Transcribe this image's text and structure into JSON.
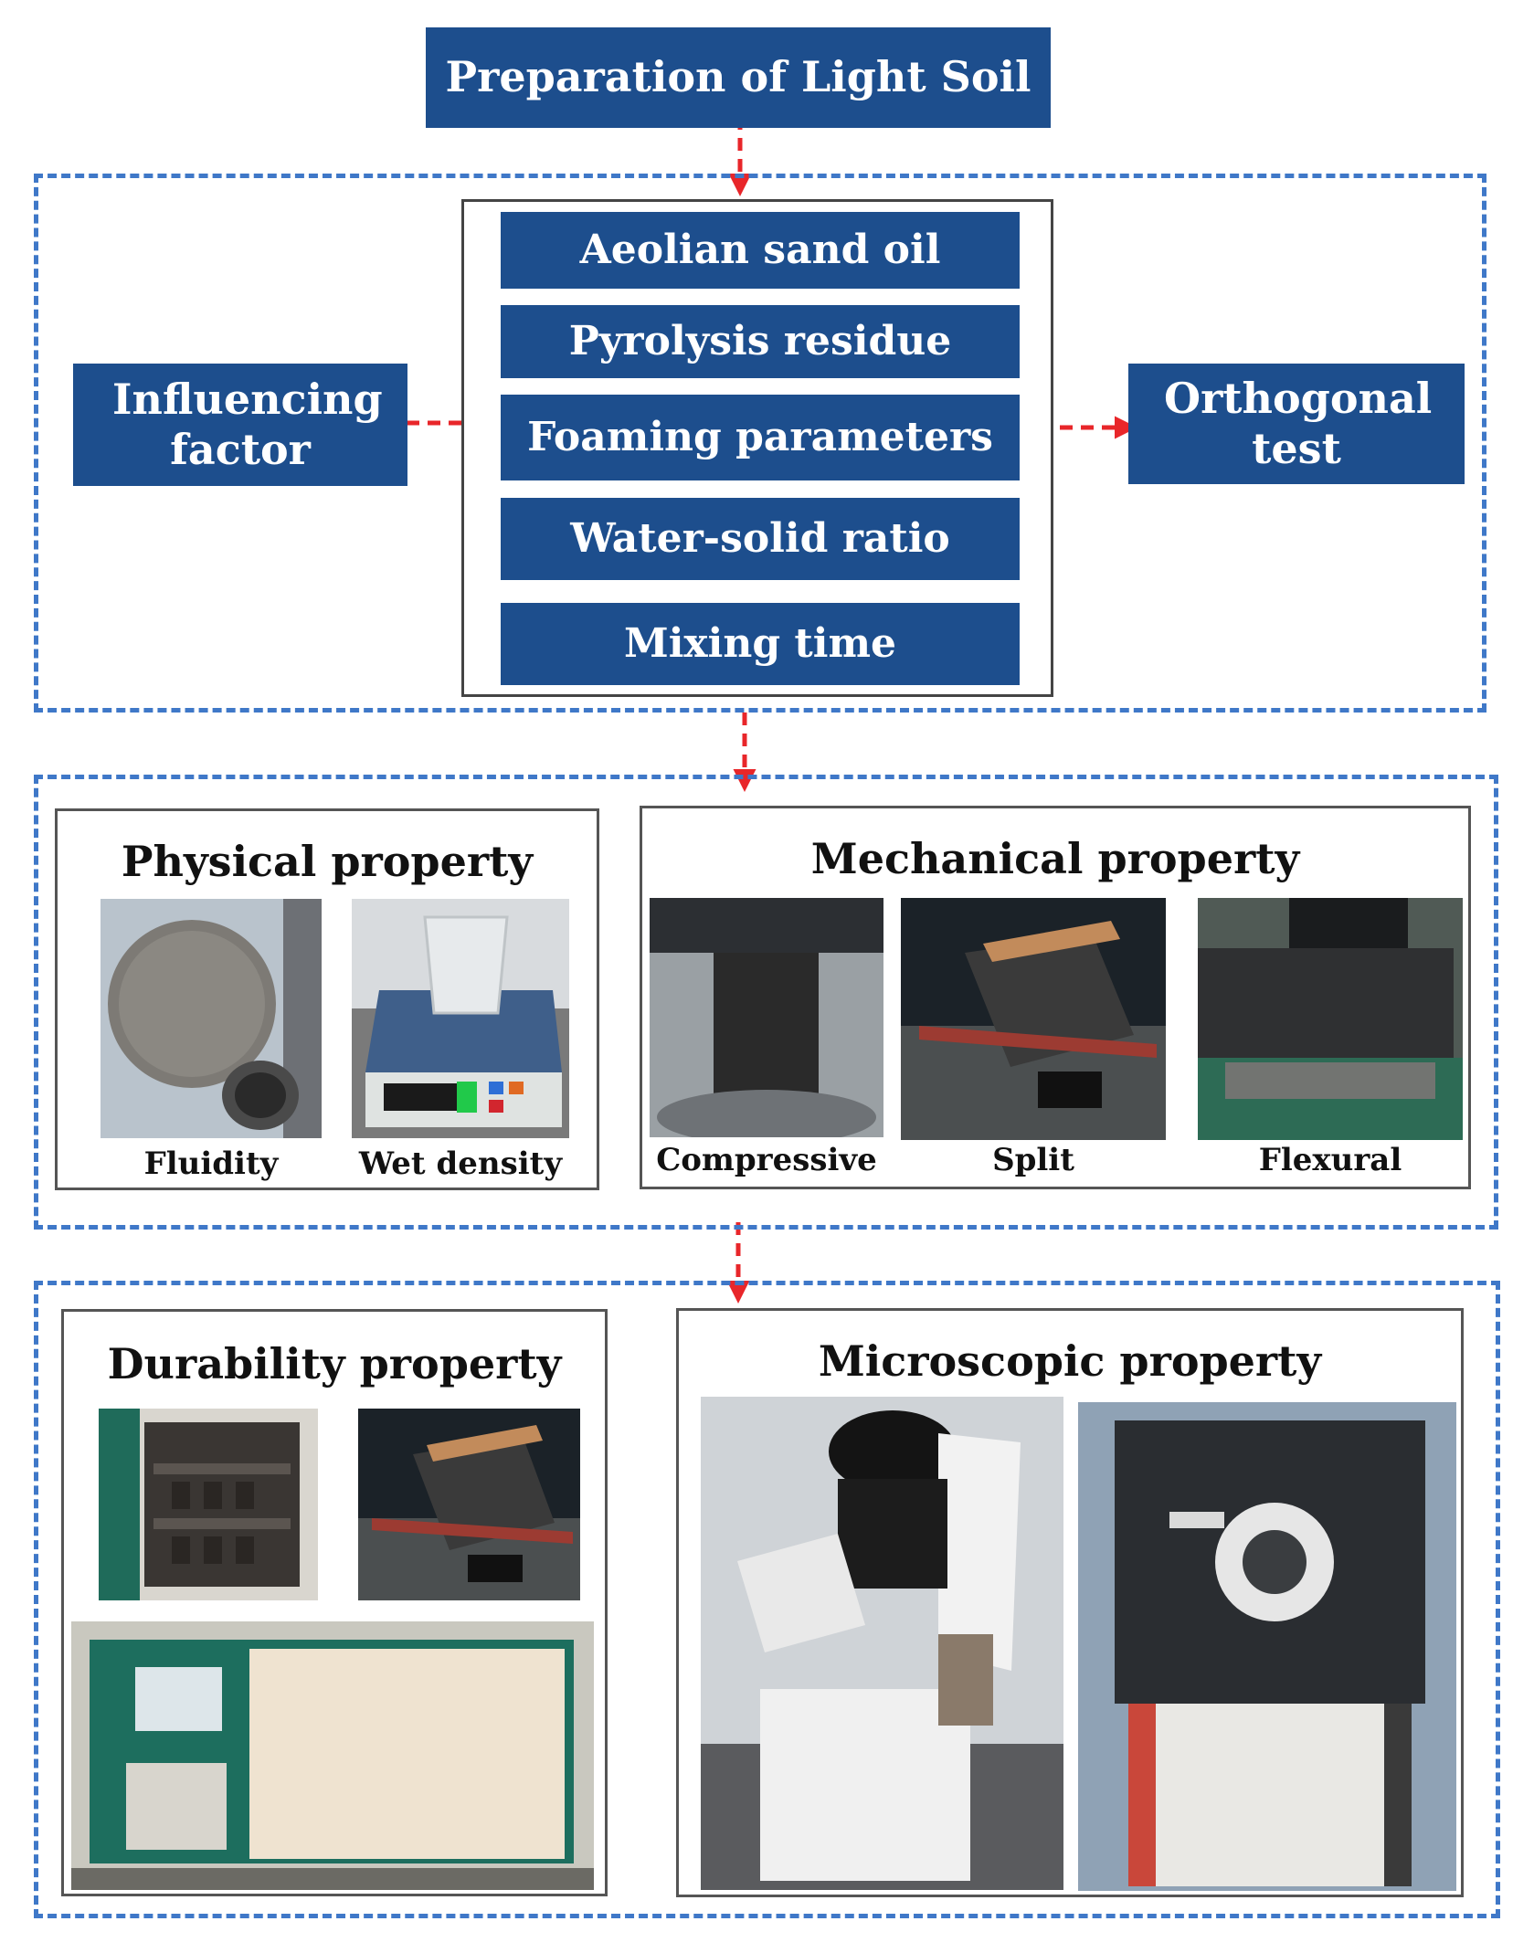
{
  "top": {
    "title": "Preparation of  Light Soil"
  },
  "section1": {
    "left_label": "Influencing factor",
    "right_label": "Orthogonal test",
    "factors": [
      "Aeolian sand oil",
      "Pyrolysis residue",
      "Foaming parameters",
      "Water-solid ratio",
      "Mixing time"
    ]
  },
  "section2": {
    "physical": {
      "title": "Physical property",
      "captions": [
        "Fluidity",
        "Wet density"
      ]
    },
    "mechanical": {
      "title": "Mechanical property",
      "captions": [
        "Compressive",
        "Split",
        "Flexural"
      ]
    }
  },
  "section3": {
    "durability": {
      "title": "Durability  property"
    },
    "microscopic": {
      "title": "Microscopic property"
    }
  },
  "colors": {
    "box_fill": "#1d4e8d",
    "frame_dash": "#3f78c8",
    "arrow": "#e8262a"
  }
}
